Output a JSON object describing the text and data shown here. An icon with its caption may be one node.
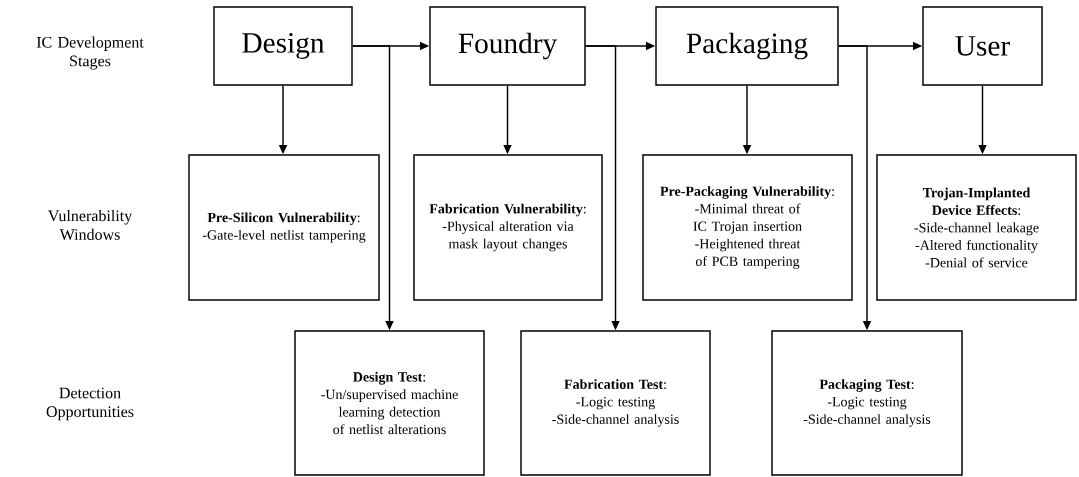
{
  "diagram": {
    "nodes": [
      {
        "text": [
          "Design"
        ]
      },
      {
        "text": [
          "Foundry"
        ]
      },
      {
        "text": [
          "Packaging"
        ]
      },
      {
        "text": [
          "User"
        ]
      },
      {
        "text": [
          "**Pre-Silicon Vulnerability**:",
          "-Gate-level netlist tampering"
        ]
      },
      {
        "text": [
          "**Fabrication Vulnerability**:",
          "-Physical alteration via mask layout changes"
        ]
      },
      {
        "text": [
          "**Pre-Packaging Vulnerability**:",
          "-Minimal threat of IC Trojan insertion",
          "-Heightened threat of PCB tampering"
        ]
      },
      {
        "text": [
          "**Trojan-Implanted Device Effects**:",
          "-Side-channel leakage",
          "-Altered functionality",
          "-Denial of service"
        ]
      },
      {
        "text": [
          "**Design Test**:",
          "-Un/supervised machine learning detection of netlist alterations"
        ]
      },
      {
        "text": [
          "**Fabrication Test**:",
          "-Logic testing",
          "-Side-channel analysis"
        ]
      },
      {
        "text": [
          "**Packaging Test**:",
          "-Logic testing",
          "-Side-channel analysis"
        ]
      }
    ],
    "edges": [
      {
        "from": 0,
        "to": 1,
        "arrow": "to"
      },
      {
        "from": 1,
        "to": 2,
        "arrow": "to"
      },
      {
        "from": 2,
        "to": 3,
        "arrow": "to"
      },
      {
        "from": 0,
        "to": 4,
        "arrow": "to"
      },
      {
        "from": 1,
        "to": 5,
        "arrow": "to"
      },
      {
        "from": 2,
        "to": 6,
        "arrow": "to"
      },
      {
        "from": 3,
        "to": 7,
        "arrow": "to"
      },
      {
        "from": 0,
        "to": 8,
        "arrow": "to"
      },
      {
        "from": 1,
        "to": 9,
        "arrow": "to"
      },
      {
        "from": 2,
        "to": 10,
        "arrow": "to"
      }
    ],
    "labels": [
      "IC Development Stages",
      "Vulnerability Windows",
      "Detection Opportunities"
    ]
  }
}
